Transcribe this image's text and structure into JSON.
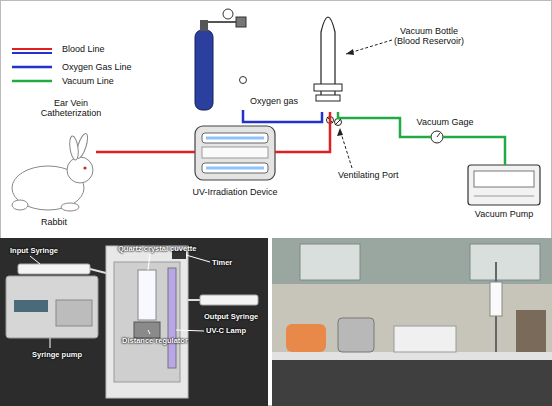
{
  "diagram": {
    "nodes": [
      {
        "text": [
          "Oxygen gas"
        ]
      },
      {
        "text": [
          "Vacuum Bottle (Blood Reservoir)"
        ]
      },
      {
        "text": [
          "Rabbit"
        ]
      },
      {
        "text": [
          "UV-Irradiation Device"
        ]
      },
      {
        "text": [
          "Vacuum Gage"
        ]
      },
      {
        "text": [
          "Vacuum Pump"
        ]
      }
    ],
    "edges": [
      {
        "from": 2,
        "to": 3,
        "arrow": "none"
      },
      {
        "from": 3,
        "to": 1,
        "arrow": "none"
      },
      {
        "from": 0,
        "to": 1,
        "arrow": "none"
      },
      {
        "from": 1,
        "to": 4,
        "arrow": "none"
      },
      {
        "from": 4,
        "to": 5,
        "arrow": "none"
      }
    ],
    "labels": [
      "Ear Vein Catheterization",
      "Ventilating Port",
      "Input Syringe",
      "Quartz crystal cuvette",
      "Timer",
      "Syringe pump",
      "Distance regulator",
      "Output Syringe",
      "UV-C Lamp"
    ],
    "legend": [
      {
        "text": "Blood Line"
      },
      {
        "text": "Oxygen Gas Line"
      },
      {
        "text": "Vacuum Line"
      }
    ]
  }
}
